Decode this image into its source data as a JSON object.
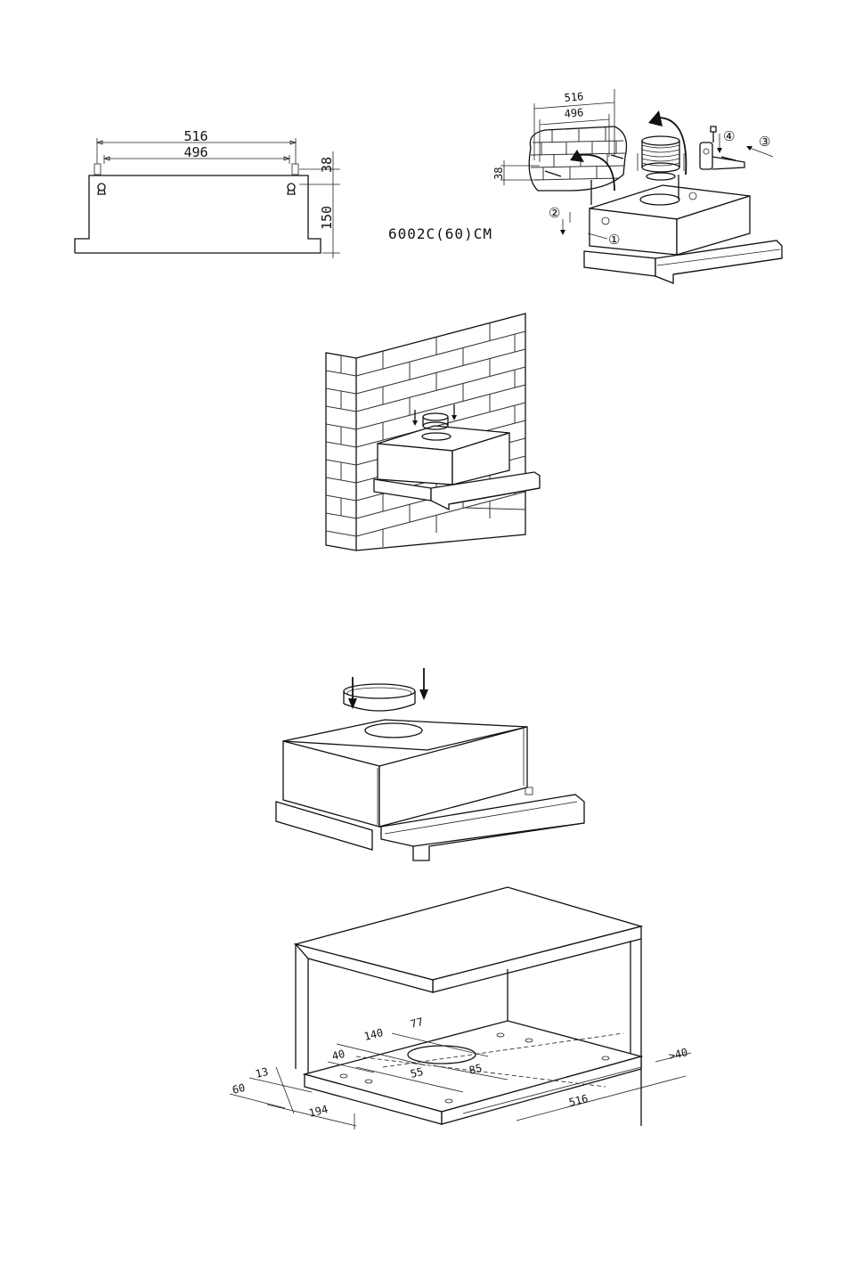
{
  "fig1": {
    "dim_outer": "516",
    "dim_inner": "496",
    "dim_top": "38",
    "dim_height": "150"
  },
  "model_label": "6002C(60)CM",
  "fig2": {
    "dim_outer": "516",
    "dim_inner": "496",
    "dim_side": "38",
    "step1": "①",
    "step2": "②",
    "step3": "③",
    "step4": "④"
  },
  "fig5": {
    "d140": "140",
    "d77": "77",
    "d40a": "40",
    "d55": "55",
    "d85": "85",
    "d13": "13",
    "d60": "60",
    "d194": "194",
    "d516": "516",
    "d40b": ">40"
  }
}
